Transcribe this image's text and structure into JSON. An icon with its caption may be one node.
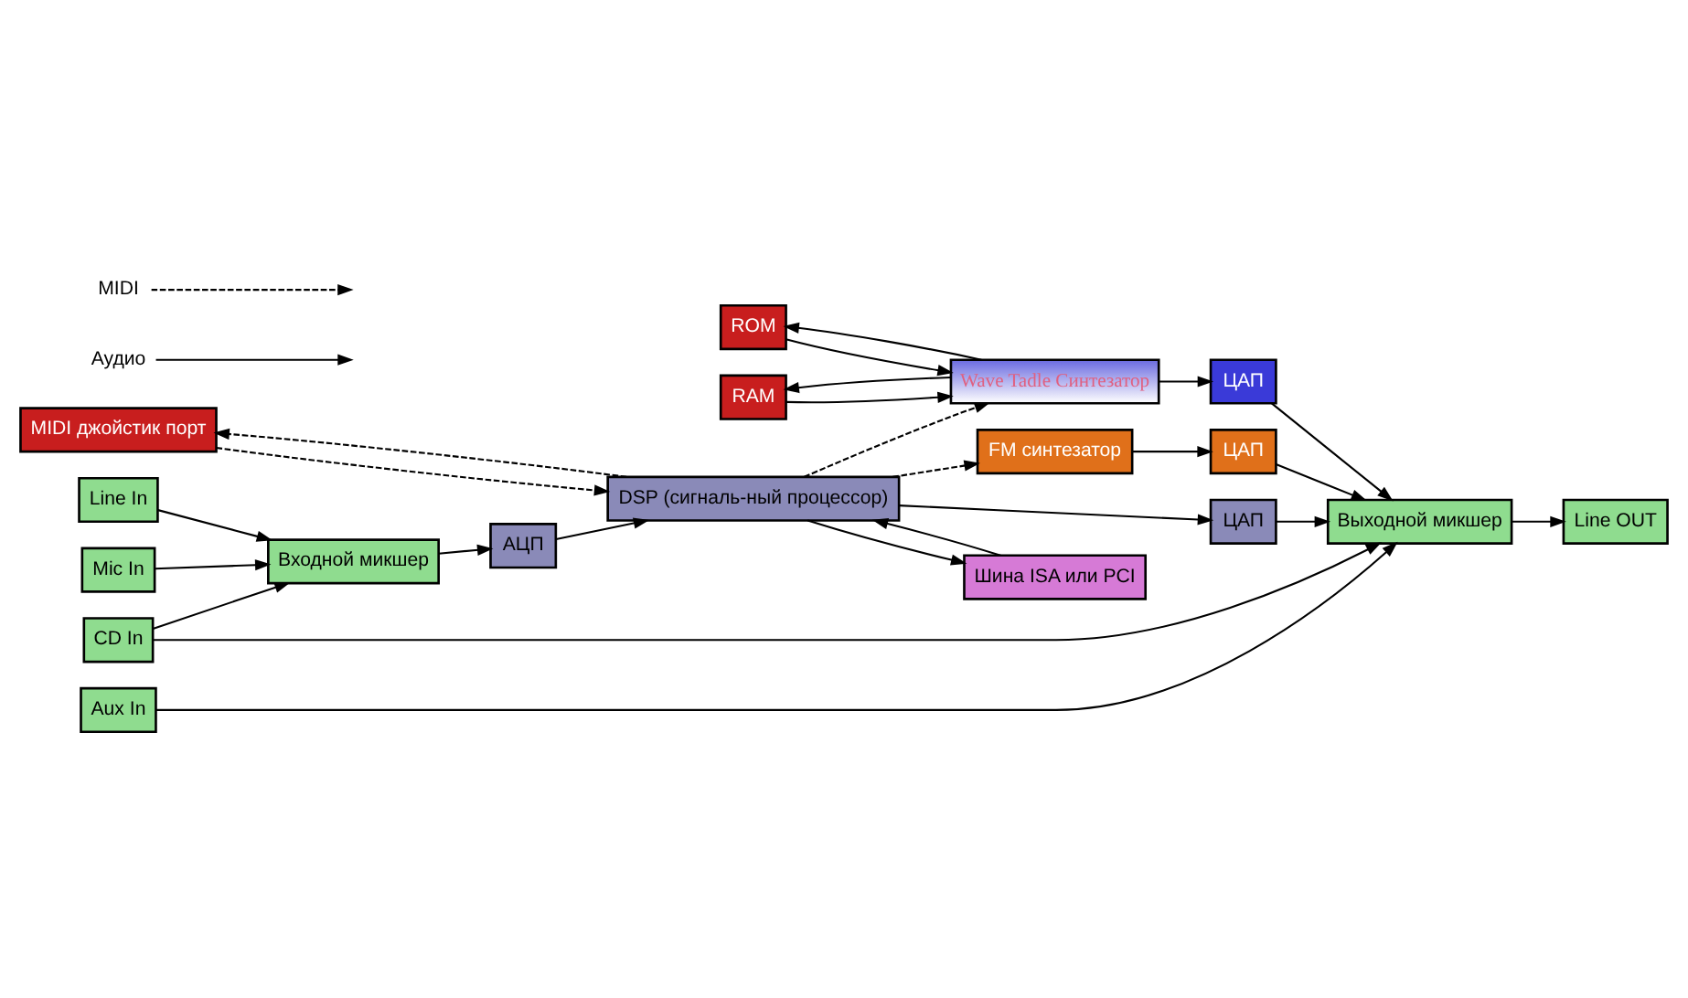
{
  "diagram": {
    "nodes": [
      {
        "text": [
          "ROM"
        ]
      },
      {
        "text": [
          "RAM"
        ]
      },
      {
        "text": [
          "Wave Tadle Синтезатор"
        ]
      },
      {
        "text": [
          "ЦАП"
        ]
      },
      {
        "text": [
          "FM синтезатор"
        ]
      },
      {
        "text": [
          "ЦАП"
        ]
      },
      {
        "text": [
          "Выходной микшер"
        ]
      },
      {
        "text": [
          "Line OUT"
        ]
      },
      {
        "text": [
          "MIDI джойстик порт"
        ]
      },
      {
        "text": [
          "Line In"
        ]
      },
      {
        "text": [
          "Mic In"
        ]
      },
      {
        "text": [
          "CD In"
        ]
      },
      {
        "text": [
          "Aux In"
        ]
      },
      {
        "text": [
          "Входной микшер"
        ]
      },
      {
        "text": [
          "АЦП"
        ]
      },
      {
        "text": [
          "DSP (сигналь-ный процессор)"
        ]
      },
      {
        "text": [
          "ЦАП"
        ]
      },
      {
        "text": [
          "Шина ISA или PCI"
        ]
      }
    ],
    "edges": [
      {
        "from": 2,
        "to": 0,
        "arrow": "to"
      },
      {
        "from": 0,
        "to": 2,
        "arrow": "to"
      },
      {
        "from": 2,
        "to": 1,
        "arrow": "to"
      },
      {
        "from": 1,
        "to": 2,
        "arrow": "to"
      },
      {
        "from": 2,
        "to": 3,
        "arrow": "to"
      },
      {
        "from": 3,
        "to": 6,
        "arrow": "to"
      },
      {
        "from": 4,
        "to": 5,
        "arrow": "to"
      },
      {
        "from": 5,
        "to": 6,
        "arrow": "to"
      },
      {
        "from": 6,
        "to": 7,
        "arrow": "to"
      },
      {
        "from": 15,
        "to": 8,
        "arrow": "to",
        "style": "dashed"
      },
      {
        "from": 8,
        "to": 15,
        "arrow": "to",
        "style": "dashed"
      },
      {
        "from": 15,
        "to": 2,
        "arrow": "to",
        "style": "dashed"
      },
      {
        "from": 15,
        "to": 4,
        "arrow": "to",
        "style": "dashed"
      },
      {
        "from": 9,
        "to": 13,
        "arrow": "to"
      },
      {
        "from": 10,
        "to": 13,
        "arrow": "to"
      },
      {
        "from": 11,
        "to": 13,
        "arrow": "to"
      },
      {
        "from": 11,
        "to": 6,
        "arrow": "to"
      },
      {
        "from": 12,
        "to": 6,
        "arrow": "to"
      },
      {
        "from": 13,
        "to": 14,
        "arrow": "to"
      },
      {
        "from": 14,
        "to": 15,
        "arrow": "to"
      },
      {
        "from": 15,
        "to": 16,
        "arrow": "to"
      },
      {
        "from": 16,
        "to": 6,
        "arrow": "to"
      },
      {
        "from": 15,
        "to": 17,
        "arrow": "to"
      },
      {
        "from": 17,
        "to": 15,
        "arrow": "to"
      }
    ],
    "legend": [
      {
        "text": "MIDI"
      },
      {
        "text": "Аудио"
      }
    ]
  }
}
